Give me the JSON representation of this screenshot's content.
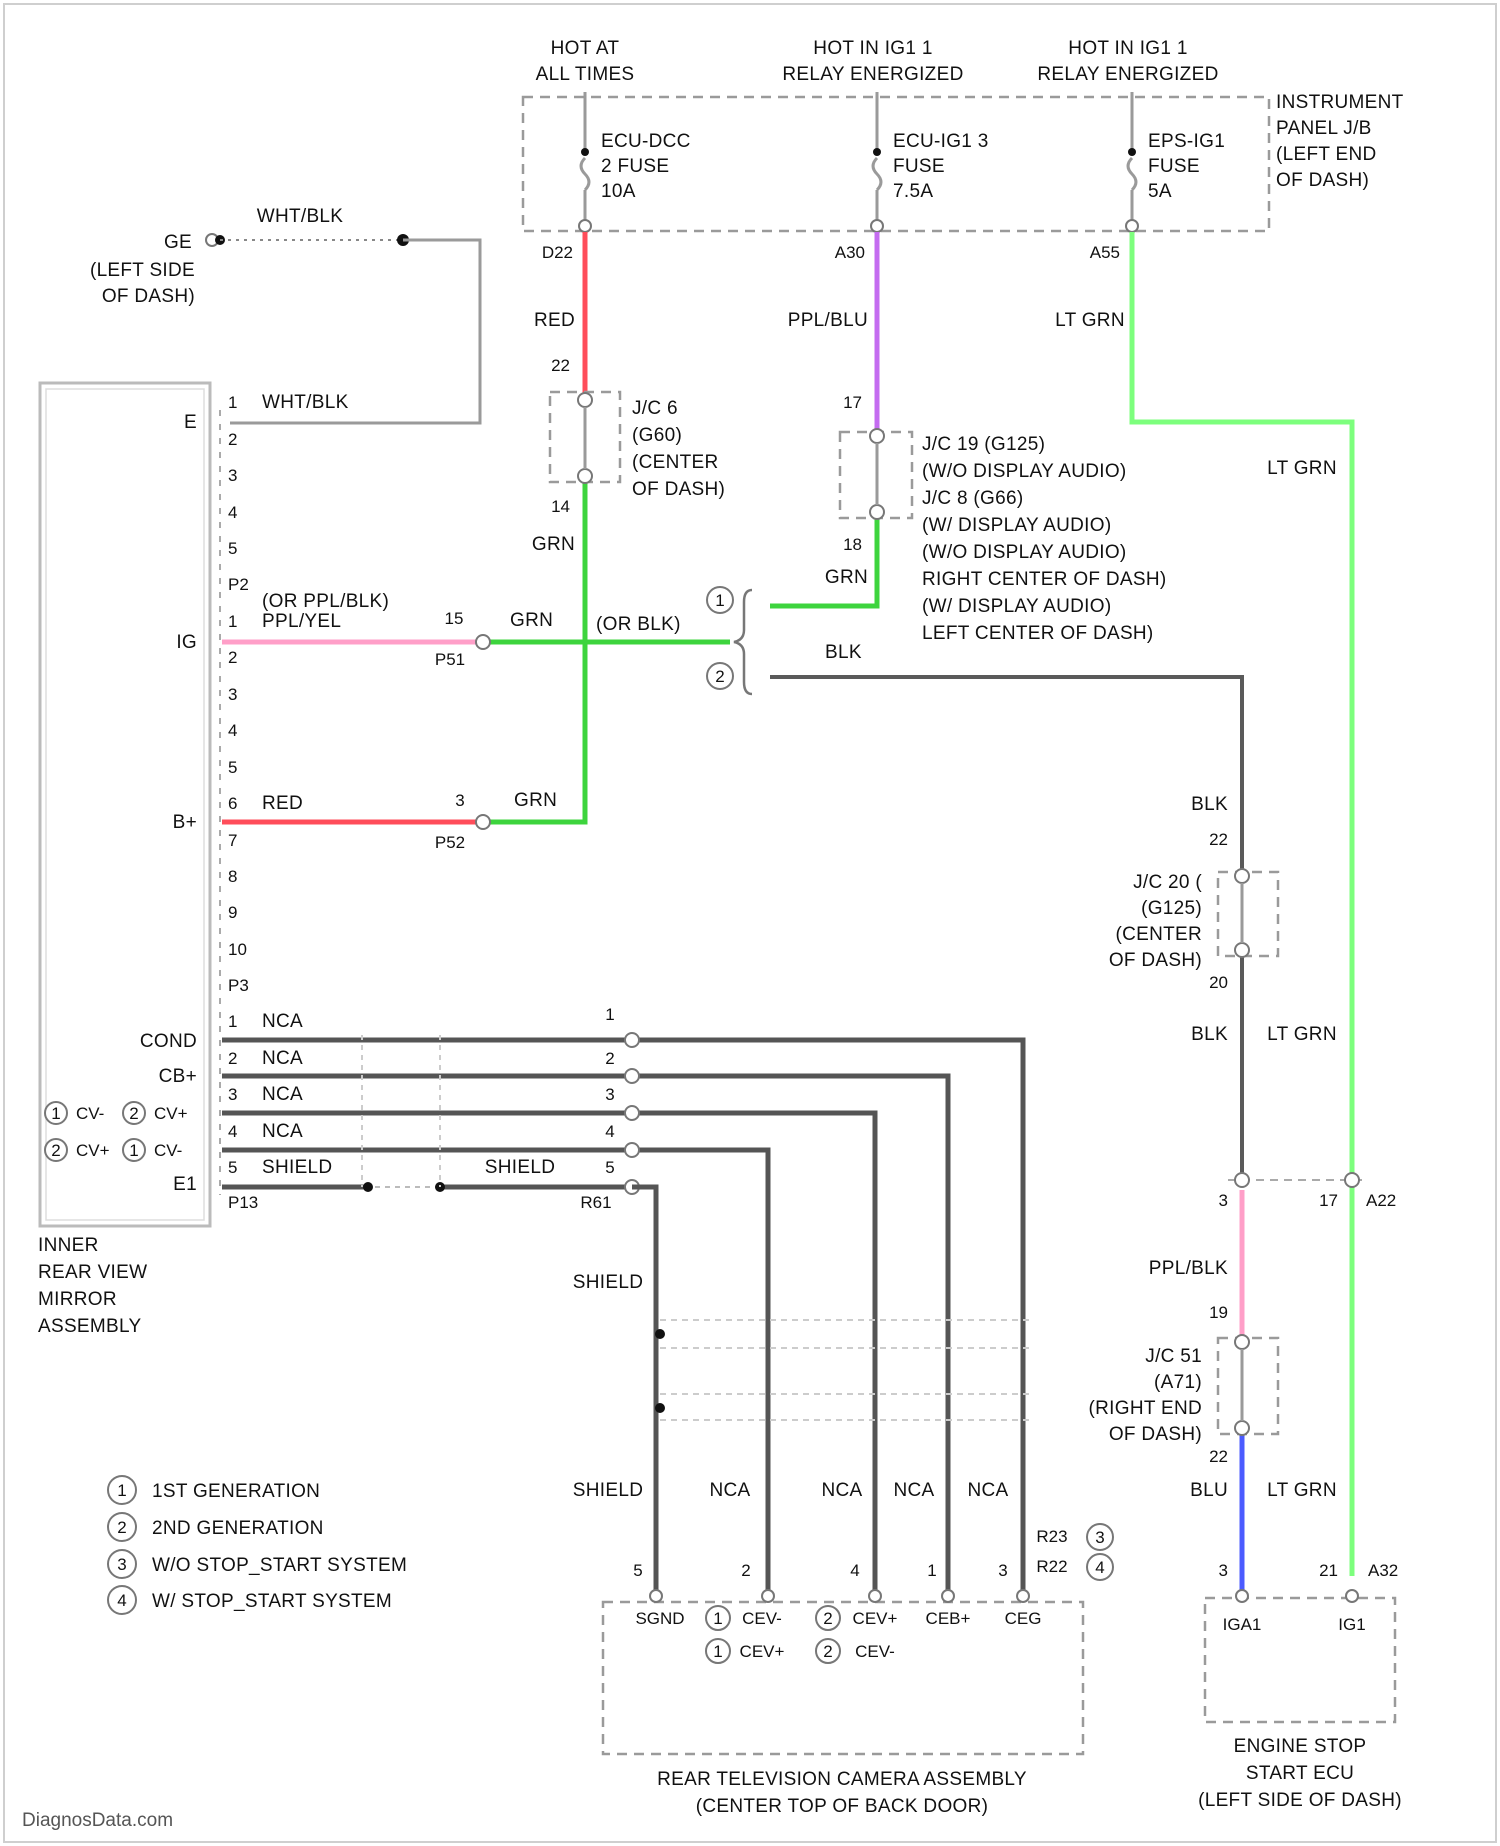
{
  "colors": {
    "red": "#ff4d5a",
    "pink": "#ff9fc8",
    "green": "#3dd43d",
    "lt_green": "#7dff7d",
    "purple": "#c46cf0",
    "blue": "#4b5bff",
    "gray": "#5a5a5a",
    "dark": "#3a3a3a",
    "light": "#d6d6d6"
  },
  "header": {
    "col1": [
      "HOT AT",
      "ALL TIMES"
    ],
    "col2": [
      "HOT IN IG1 1",
      "RELAY ENERGIZED"
    ],
    "col3": [
      "HOT IN IG1 1",
      "RELAY ENERGIZED"
    ]
  },
  "fuse_block": {
    "name": [
      "INSTRUMENT",
      "PANEL J/B",
      "(LEFT END",
      "OF DASH)"
    ],
    "fuses": [
      {
        "lines": [
          "ECU-DCC",
          "2 FUSE",
          "10A"
        ],
        "pin": "D22"
      },
      {
        "lines": [
          "ECU-IG1 3",
          "FUSE",
          "7.5A"
        ],
        "pin": "A30"
      },
      {
        "lines": [
          "EPS-IG1",
          "FUSE",
          "5A"
        ],
        "pin": "A55"
      }
    ]
  },
  "ground": {
    "id": "GE",
    "loc": [
      "(LEFT SIDE",
      "OF DASH)"
    ],
    "wire": "WHT/BLK"
  },
  "mirror": {
    "name": [
      "INNER",
      "REAR VIEW",
      "MIRROR",
      "ASSEMBLY"
    ],
    "left_labels": {
      "E": "E",
      "IG": "IG",
      "B": "B+",
      "COND": "COND",
      "CB": "CB+",
      "E1": "E1"
    },
    "sub_labels": [
      "CV-",
      "CV+",
      "CV+",
      "CV-"
    ],
    "pins_upper": [
      "1",
      "2",
      "3",
      "4",
      "5"
    ],
    "conn_p2": "P2",
    "pins_mid": [
      "1",
      "2",
      "3",
      "4",
      "5",
      "6",
      "7",
      "8",
      "9",
      "10"
    ],
    "conn_p3": "P3",
    "e_wire": "WHT/BLK",
    "ig_wire": [
      "(OR PPL/BLK)",
      "PPL/YEL"
    ],
    "b_wire": "RED",
    "conn_p13": "P13",
    "bottom_pins": [
      "1",
      "2",
      "3",
      "4",
      "5"
    ],
    "bottom_wires": [
      "NCA",
      "NCA",
      "NCA",
      "NCA",
      "SHIELD"
    ]
  },
  "jc6": {
    "name": [
      "J/C 6",
      "(G60)",
      "(CENTER",
      "OF DASH)"
    ],
    "pin_top": "22",
    "pin_bottom": "14",
    "wire_top": "RED",
    "wire_bottom": "GRN"
  },
  "jc19": {
    "name": [
      "J/C 19 (G125)",
      "(W/O DISPLAY AUDIO)",
      "J/C 8 (G66)",
      "(W/ DISPLAY AUDIO)",
      "(W/O DISPLAY AUDIO)",
      "RIGHT CENTER OF DASH)",
      "(W/ DISPLAY AUDIO)",
      "LEFT CENTER OF DASH)"
    ],
    "pin_top": "17",
    "pin_bottom": "18",
    "wire_top": "PPL/BLU",
    "wire_bottom": "GRN"
  },
  "splice": {
    "p51_pin": "15",
    "p51": "P51",
    "p52_pin": "3",
    "p52": "P52",
    "wire_grn": "GRN",
    "wire_or": "(OR BLK)",
    "wire_grn2": "GRN",
    "wire_blk": "BLK",
    "sym1": "1",
    "sym2": "2"
  },
  "lt_grn_wire": "LT GRN",
  "jc20": {
    "name": [
      "J/C 20 (",
      "(G125)",
      "(CENTER",
      "OF DASH)"
    ],
    "wire_top": "BLK",
    "pin_top": "22",
    "pin_bottom": "20",
    "wire_bottom": "BLK",
    "wire_right": "LT GRN"
  },
  "jc51": {
    "name": [
      "J/C 51",
      "(A71)",
      "(RIGHT END",
      "OF DASH)"
    ],
    "pin_top": "19",
    "pin_bottom": "22",
    "wire_top": "PPL/BLK",
    "wire_bottom": "BLU",
    "wire_right": "LT GRN"
  },
  "a22": {
    "pin_left": "3",
    "pin_right": "17",
    "label": "A22"
  },
  "camera_block": {
    "conn_pins": [
      "1",
      "2",
      "3",
      "4",
      "5"
    ],
    "conn_label": "R61",
    "shield_label": "SHIELD",
    "shield_label2": "SHIELD",
    "wires": [
      "SHIELD",
      "NCA",
      "NCA",
      "NCA",
      "NCA"
    ],
    "pins": [
      "5",
      "2",
      "4",
      "1",
      "3"
    ],
    "r_labels": [
      "R23",
      "R22"
    ],
    "r_syms": [
      "3",
      "4"
    ],
    "terms_top": [
      "SGND",
      "CEV-",
      "CEV+",
      "CEB+",
      "CEG"
    ],
    "terms_bottom": [
      "CEV+",
      "CEV-"
    ],
    "term_syms": [
      "1",
      "2",
      "1",
      "2"
    ],
    "name": [
      "REAR TELEVISION CAMERA ASSEMBLY",
      "(CENTER TOP OF BACK DOOR)"
    ]
  },
  "engine_ecu": {
    "pins": [
      "3",
      "21"
    ],
    "pin_label": "A32",
    "terms": [
      "IGA1",
      "IG1"
    ],
    "name": [
      "ENGINE STOP",
      "START ECU",
      "(LEFT SIDE OF DASH)"
    ]
  },
  "legend": [
    {
      "sym": "1",
      "text": "1ST GENERATION"
    },
    {
      "sym": "2",
      "text": "2ND GENERATION"
    },
    {
      "sym": "3",
      "text": "W/O STOP_START SYSTEM"
    },
    {
      "sym": "4",
      "text": "W/ STOP_START SYSTEM"
    }
  ],
  "watermark": "DiagnosData.com"
}
